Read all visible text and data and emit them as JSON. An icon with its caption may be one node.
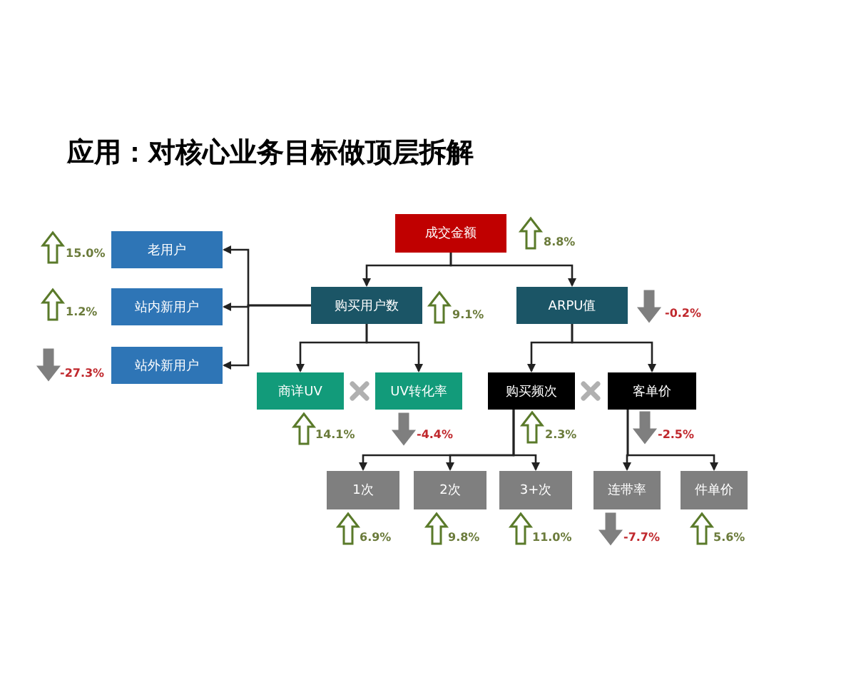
{
  "diagram": {
    "title": "应用：对核心业务目标做顶层拆解",
    "nodes": [
      {
        "text": [
          "成交金额"
        ],
        "beside": [
          "8.8%"
        ]
      },
      {
        "text": [
          "购买用户数"
        ],
        "beside": [
          "9.1%"
        ]
      },
      {
        "text": [
          "ARPU值"
        ],
        "beside": [
          "-0.2%"
        ]
      },
      {
        "text": [
          "老用户"
        ],
        "beside": [
          "15.0%"
        ]
      },
      {
        "text": [
          "站内新用户"
        ],
        "beside": [
          "1.2%"
        ]
      },
      {
        "text": [
          "站外新用户"
        ],
        "beside": [
          "-27.3%"
        ]
      },
      {
        "text": [
          "商详UV"
        ],
        "beside": [
          "14.1%"
        ]
      },
      {
        "text": [
          "UV转化率"
        ],
        "beside": [
          "-4.4%"
        ]
      },
      {
        "text": [
          "购买频次"
        ],
        "beside": [
          "2.3%"
        ]
      },
      {
        "text": [
          "客单价"
        ],
        "beside": [
          "-2.5%"
        ]
      },
      {
        "text": [
          "1次"
        ],
        "beside": [
          "6.9%"
        ]
      },
      {
        "text": [
          "2次"
        ],
        "beside": [
          "9.8%"
        ]
      },
      {
        "text": [
          "3+次"
        ],
        "beside": [
          "11.0%"
        ]
      },
      {
        "text": [
          "连带率"
        ],
        "beside": [
          "-7.7%"
        ]
      },
      {
        "text": [
          "件单价"
        ],
        "beside": [
          "5.6%"
        ]
      }
    ],
    "edges": [
      {
        "from": 0,
        "to": 1,
        "arrow": "to"
      },
      {
        "from": 0,
        "to": 2,
        "arrow": "to"
      },
      {
        "from": 1,
        "to": 3,
        "arrow": "to"
      },
      {
        "from": 1,
        "to": 4,
        "arrow": "to"
      },
      {
        "from": 1,
        "to": 5,
        "arrow": "to"
      },
      {
        "from": 1,
        "to": 6,
        "arrow": "to"
      },
      {
        "from": 1,
        "to": 7,
        "arrow": "to"
      },
      {
        "from": 2,
        "to": 8,
        "arrow": "to"
      },
      {
        "from": 2,
        "to": 9,
        "arrow": "to"
      },
      {
        "from": 8,
        "to": 10,
        "arrow": "to"
      },
      {
        "from": 8,
        "to": 11,
        "arrow": "to"
      },
      {
        "from": 8,
        "to": 12,
        "arrow": "to"
      },
      {
        "from": 9,
        "to": 13,
        "arrow": "to"
      },
      {
        "from": 9,
        "to": 14,
        "arrow": "to"
      }
    ]
  }
}
